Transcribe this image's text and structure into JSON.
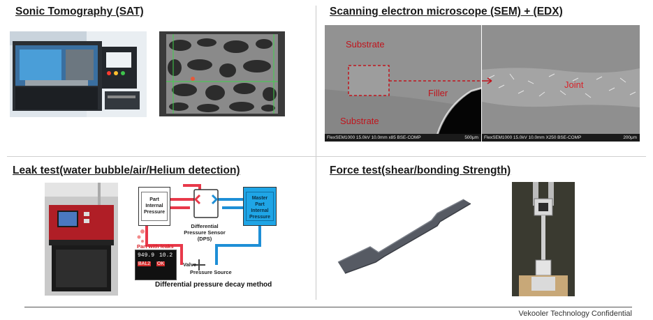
{
  "sections": {
    "sat": {
      "title": "Sonic Tomography (SAT)"
    },
    "sem": {
      "title": "Scanning electron microscope (SEM) + (EDX)",
      "labels": {
        "substrate_top": "Substrate",
        "filler": "Filler",
        "substrate_bottom": "Substrate",
        "joint": "Joint"
      },
      "panel1_info": "FlexSEM1000 15.0kV 10.0mm x85 BSE-COMP",
      "panel1_scale": "500μm",
      "panel2_info": "FlexSEM1000 15.0kV 10.0mm X250 BSE-COMP",
      "panel2_scale": "200μm"
    },
    "leak": {
      "title": "Leak test(water bubble/air/Helium detection)",
      "diagram": {
        "part_box": "Part Internal Pressure",
        "master_box": "Master Part Internal Pressure",
        "sensor": "Differential Pressure Sensor (DPS)",
        "part_with_leaks": "Part with leaks",
        "valve": "Valve",
        "pressure_source": "Pressure Source",
        "method": "Differential pressure decay method",
        "gauge_values": [
          "949.9",
          "10.2"
        ],
        "gauge_tags": [
          "BAL2",
          "OK"
        ]
      }
    },
    "force": {
      "title": "Force test(shear/bonding Strength)"
    }
  },
  "footer": "Vekooler Technology Confidential",
  "colors": {
    "accent_red": "#c0141c",
    "pipe_red": "#e8394a",
    "pipe_blue": "#1e8fd6",
    "master_blue": "#1fa5e6"
  }
}
